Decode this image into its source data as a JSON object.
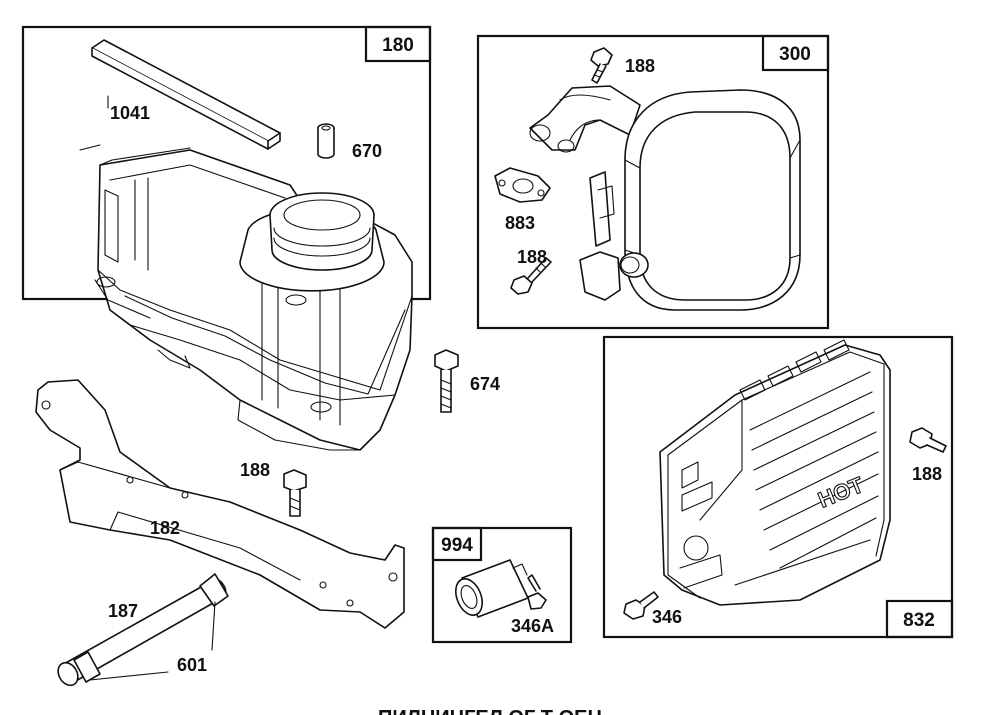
{
  "boxes": {
    "fuel_tank": {
      "label": "180"
    },
    "muffler": {
      "label": "300"
    },
    "guard": {
      "label": "832"
    },
    "spark_arrester": {
      "label": "994"
    }
  },
  "parts": {
    "p1041": "1041",
    "p670": "670",
    "p188_muffler_top": "188",
    "p883": "883",
    "p188_muffler_bottom": "188",
    "p674": "674",
    "p188_bracket": "188",
    "p182": "182",
    "p187": "187",
    "p601": "601",
    "p346a": "346A",
    "p188_guard": "188",
    "p346": "346"
  },
  "guard_text": "HOT",
  "footer_text": "ПИЛНИНГЕЛ ОГ Т ОЕН"
}
